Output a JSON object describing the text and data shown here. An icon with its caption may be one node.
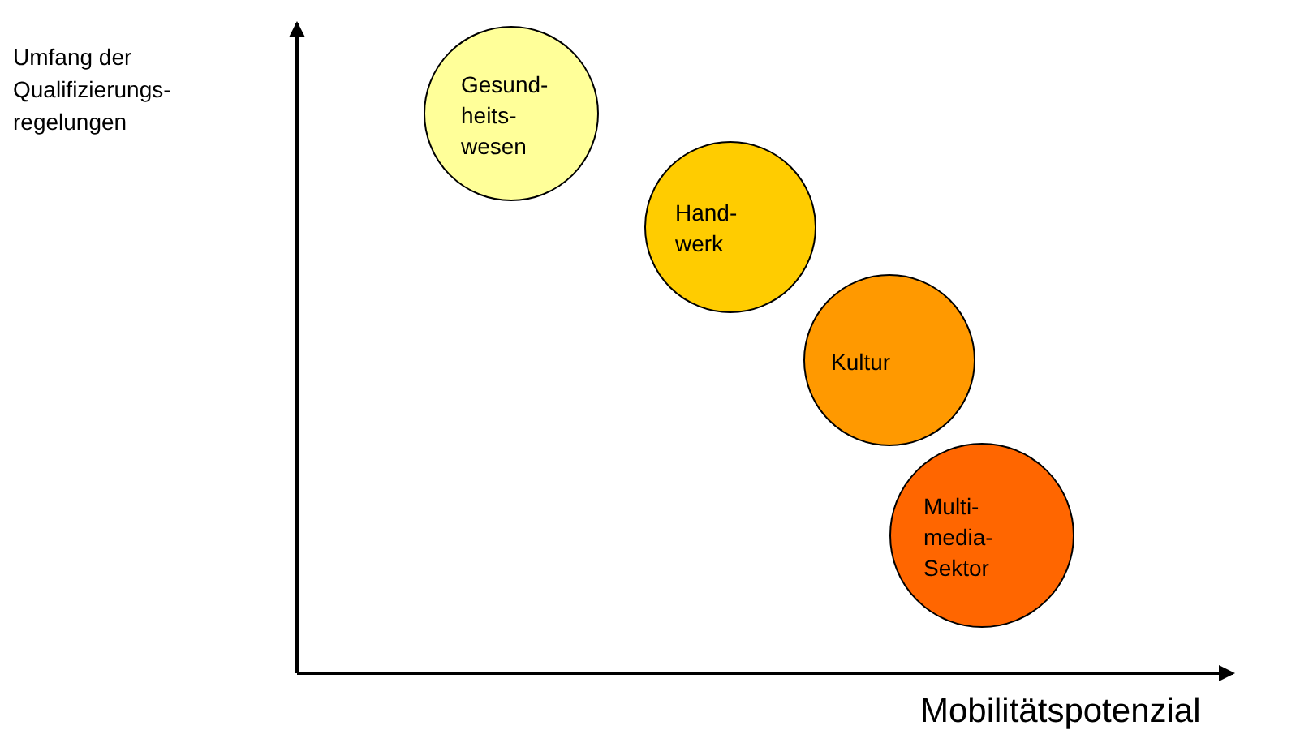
{
  "diagram": {
    "nodes": [
      {
        "text": [
          "Gesund- heits- wesen"
        ]
      },
      {
        "text": [
          "Hand- werk"
        ]
      },
      {
        "text": [
          "Kultur"
        ]
      },
      {
        "text": [
          "Multi- media- Sektor"
        ]
      }
    ],
    "edges": [],
    "labels": [
      "Umfang der Qualifizierungs- regelungen",
      "Mobilitätspotenzial"
    ]
  }
}
